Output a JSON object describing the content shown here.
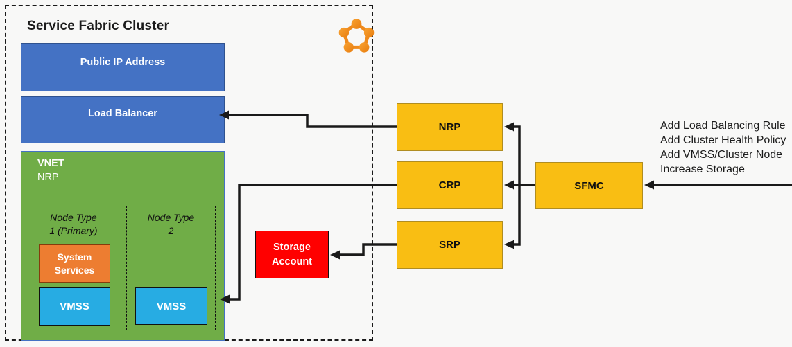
{
  "cluster": {
    "title": "Service Fabric Cluster",
    "logo_icon": "service-fabric-logo",
    "public_ip_label": "Public IP Address",
    "load_balancer_label": "Load Balancer",
    "vnet": {
      "title": "VNET",
      "subtitle": "NRP",
      "node_types": [
        {
          "name_line1": "Node Type",
          "name_line2": "1 (Primary)",
          "system_services": {
            "line1": "System",
            "line2": "Services"
          },
          "vmss_label": "VMSS"
        },
        {
          "name_line1": "Node Type",
          "name_line2": "2",
          "vmss_label": "VMSS"
        }
      ]
    }
  },
  "providers": {
    "nrp": "NRP",
    "crp": "CRP",
    "srp": "SRP",
    "sfmc": "SFMC"
  },
  "storage_account": {
    "line1": "Storage",
    "line2": "Account"
  },
  "annotations": [
    "Add Load Balancing Rule",
    "Add Cluster Health Policy",
    "Add VMSS/Cluster Node",
    "Increase Storage"
  ],
  "colors": {
    "bg": "#F8F8F7",
    "blue": "#4472C4",
    "blueBorder": "#2F528F",
    "green": "#70AD47",
    "greenBorder": "#4472C4",
    "yellow": "#F9BE13",
    "yellowBorder": "#B08D21",
    "red": "#FF0000",
    "cyan": "#27ACE3",
    "orange": "#ED7D31",
    "orangeBorder": "#843C0C",
    "line": "#1A1A1A",
    "logoOrange": "#F08A1D"
  }
}
